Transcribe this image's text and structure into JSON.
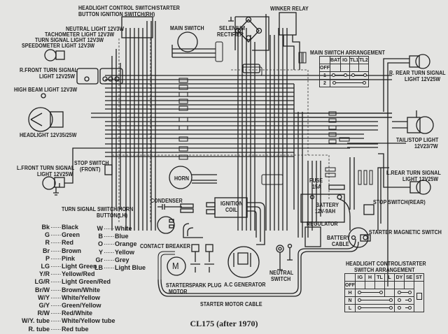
{
  "caption": "CL175 (after 1970)",
  "components": {
    "headlight_control_switch": "HEADLIGHT CONTROL SWITCH/STARTER",
    "headlight_control_switch_2": "BUTTON IGNITION SWITCH(RH)",
    "neutral_light": "NEUTRAL LIGHT 12V3W",
    "tachometer_light": "TACHOMETER LIGHT 12V3W",
    "turn_signal_light": "TURN SIGNAL LIGHT 12V3W",
    "speedometer_light": "SPEEDOMETER LIGHT 12V3W",
    "r_front_turn": "R.FRONT TURN SIGNAL",
    "r_front_turn_2": "LIGHT 12V25W",
    "high_beam_light": "HIGH BEAM LIGHT 12V3W",
    "headlight": "HEADLIGHT 12V35/25W",
    "stop_switch_front": "STOP SWITCH",
    "stop_switch_front_2": "(FRONT)",
    "l_front_turn": "L.FRONT TURN SIGNAL",
    "l_front_turn_2": "LIGHT 12V25W",
    "turn_signal_switch": "TURN SIGNAL SWITCH/HORN",
    "turn_signal_switch_2": "BUTTON(LH)",
    "main_switch": "MAIN SWITCH",
    "selenium_rectifier": "SELENIUM",
    "selenium_rectifier_2": "RECTIFIER",
    "winker_relay": "WINKER RELAY",
    "main_switch_arrangement": "MAIN SWITCH ARRANGEMENT",
    "r_rear_turn": "R. REAR TURN SIGNAL",
    "r_rear_turn_2": "LIGHT 12V25W",
    "tail_stop_light": "TAIL/STOP LIGHT",
    "tail_stop_light_2": "12V23/7W",
    "l_rear_turn": "L.REAR TURN SIGNAL",
    "l_rear_turn_2": "LIGHT 12V25W",
    "horn": "HORN",
    "condenser": "CONDENSER",
    "ignition_coil": "IGNITION",
    "ignition_coil_2": "COIL",
    "fuse": "FUSE",
    "fuse_2": "15A",
    "battery": "BATTERY",
    "battery_2": "12V-9AH",
    "stop_switch_rear": "STOP SWITCH(REAR)",
    "regulator": "REGULATOR",
    "battery_cable": "BATTERY",
    "battery_cable_2": "CABLE",
    "starter_magnetic_switch": "STARTER MAGNETIC SWITCH",
    "contact_breaker": "CONTACT BREAKER",
    "starter_motor": "STARTER",
    "starter_motor_2": "MOTOR",
    "starter_motor_symbol": "M",
    "spark_plug": "SPARK PLUG",
    "ac_generator": "A.C GENERATOR",
    "neutral_switch": "NEUTRAL",
    "neutral_switch_2": "SWITCH",
    "starter_motor_cable": "STARTER MOTOR CABLE",
    "headlight_arrangement": "HEADLIGHT CONTROL/STARTER",
    "headlight_arrangement_2": "SWITCH ARRANGEMENT"
  },
  "legend_left": [
    {
      "code": "Bk",
      "color": "Black"
    },
    {
      "code": "G",
      "color": "Green"
    },
    {
      "code": "R",
      "color": "Red"
    },
    {
      "code": "Br",
      "color": "Brown"
    },
    {
      "code": "P",
      "color": "Pink"
    },
    {
      "code": "LG",
      "color": "Light Green"
    },
    {
      "code": "Y/R",
      "color": "Yellow/Red"
    },
    {
      "code": "LG/R",
      "color": "Light Green/Red"
    },
    {
      "code": "Br/W",
      "color": "Brown/White"
    },
    {
      "code": "W/Y",
      "color": "White/Yellow"
    },
    {
      "code": "G/Y",
      "color": "Green/Yellow"
    },
    {
      "code": "R/W",
      "color": "Red/White"
    },
    {
      "code": "W/Y. tube",
      "color": "White/Yellow tube"
    },
    {
      "code": "R. tube",
      "color": "Red tube"
    }
  ],
  "legend_right": [
    {
      "code": "W",
      "color": "White"
    },
    {
      "code": "B",
      "color": "Blue"
    },
    {
      "code": "O",
      "color": "Orange"
    },
    {
      "code": "Y",
      "color": "Yellow"
    },
    {
      "code": "Gr",
      "color": "Grey"
    },
    {
      "code": "LB",
      "color": "Light Blue"
    }
  ],
  "legend_dots": "······",
  "main_switch_table": {
    "headers": [
      "",
      "BAT",
      "IG",
      "TL1",
      "TL2"
    ],
    "rows": [
      {
        "pos": "OFF",
        "conn": []
      },
      {
        "pos": "1",
        "conn": [
          [
            1,
            2
          ],
          [
            3,
            4
          ]
        ]
      },
      {
        "pos": "2",
        "conn": [
          [
            1,
            4
          ]
        ]
      }
    ]
  },
  "headlight_switch_table": {
    "headers": [
      "",
      "IG",
      "H",
      "TL",
      "L",
      "DY",
      "SE",
      "ST"
    ],
    "rows": [
      {
        "pos": "OFF",
        "conn": []
      },
      {
        "pos": "H",
        "conn": [
          [
            1,
            3
          ],
          [
            5,
            6
          ]
        ]
      },
      {
        "pos": "N",
        "conn": [
          [
            1,
            4
          ],
          [
            6,
            6
          ]
        ]
      },
      {
        "pos": "L",
        "conn": [
          [
            1,
            4
          ],
          [
            6,
            6
          ]
        ]
      }
    ]
  }
}
